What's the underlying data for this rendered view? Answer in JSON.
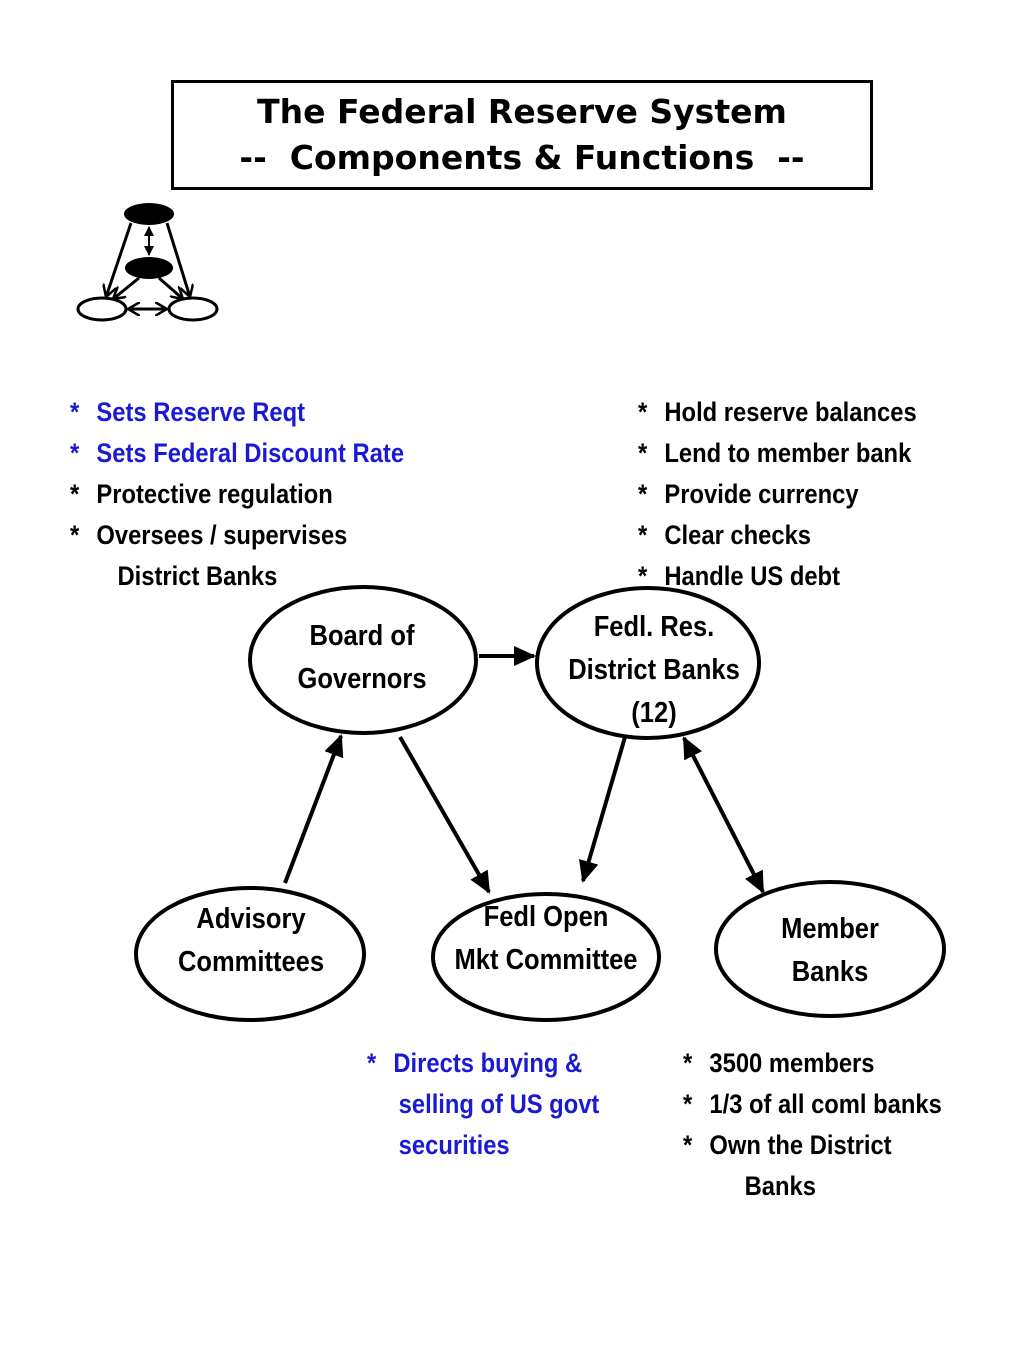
{
  "title": {
    "line1": "The Federal Reserve System",
    "line2": "--  Components & Functions  --"
  },
  "board_functions": [
    {
      "text": "Sets Reserve Reqt",
      "color": "#1a1ad6"
    },
    {
      "text": "Sets Federal Discount Rate",
      "color": "#1a1ad6"
    },
    {
      "text": "Protective regulation",
      "color": "#000000"
    },
    {
      "text": "Oversees / supervises",
      "cont": "District Banks",
      "color": "#000000"
    }
  ],
  "district_functions": [
    {
      "text": "Hold reserve balances"
    },
    {
      "text": "Lend to member bank"
    },
    {
      "text": "Provide currency"
    },
    {
      "text": "Clear checks"
    },
    {
      "text": "Handle US debt"
    }
  ],
  "nodes": {
    "board": {
      "line1": "Board of",
      "line2": "Governors"
    },
    "district": {
      "line1": "Fedl. Res.",
      "line2": "District Banks",
      "line3": "(12)"
    },
    "advisory": {
      "line1": "Advisory",
      "line2": "Committees"
    },
    "fomc": {
      "line1": "Fedl Open",
      "line2": "Mkt Committee"
    },
    "member": {
      "line1": "Member",
      "line2": "Banks"
    }
  },
  "fomc_functions": [
    {
      "text": "Directs buying &",
      "cont1": "selling of US govt",
      "cont2": "securities",
      "color": "#1a1ad6"
    }
  ],
  "member_facts": [
    {
      "text": "3500 members"
    },
    {
      "text": "1/3 of all coml banks"
    },
    {
      "text": "Own the District",
      "cont": "Banks"
    }
  ]
}
